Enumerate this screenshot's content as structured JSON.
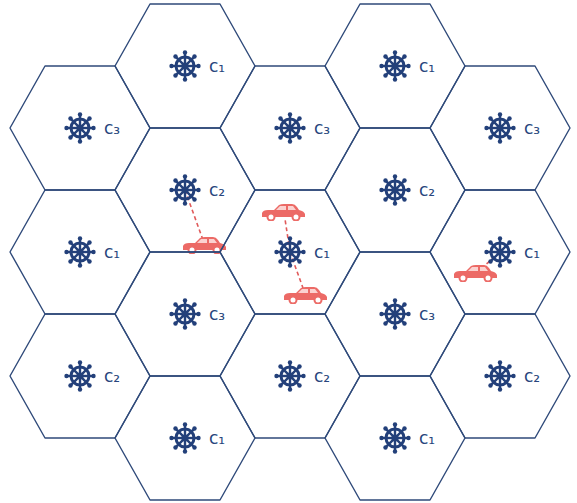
{
  "diagram": {
    "nodes": [
      {
        "text": [
          "c₁"
        ]
      },
      {
        "text": [
          "c₁"
        ]
      },
      {
        "text": [
          "c₃"
        ]
      },
      {
        "text": [
          "c₃"
        ]
      },
      {
        "text": [
          "c₃"
        ]
      },
      {
        "text": [
          "c₂"
        ]
      },
      {
        "text": [
          "c₂"
        ]
      },
      {
        "text": [
          "c₁"
        ]
      },
      {
        "text": [
          "c₁"
        ]
      },
      {
        "text": [
          "c₁"
        ]
      },
      {
        "text": [
          "c₃"
        ]
      },
      {
        "text": [
          "c₃"
        ]
      },
      {
        "text": [
          "c₂"
        ]
      },
      {
        "text": [
          "c₂"
        ]
      },
      {
        "text": [
          "c₂"
        ]
      },
      {
        "text": [
          "c₁"
        ]
      },
      {
        "text": [
          "c₁"
        ]
      }
    ]
  }
}
